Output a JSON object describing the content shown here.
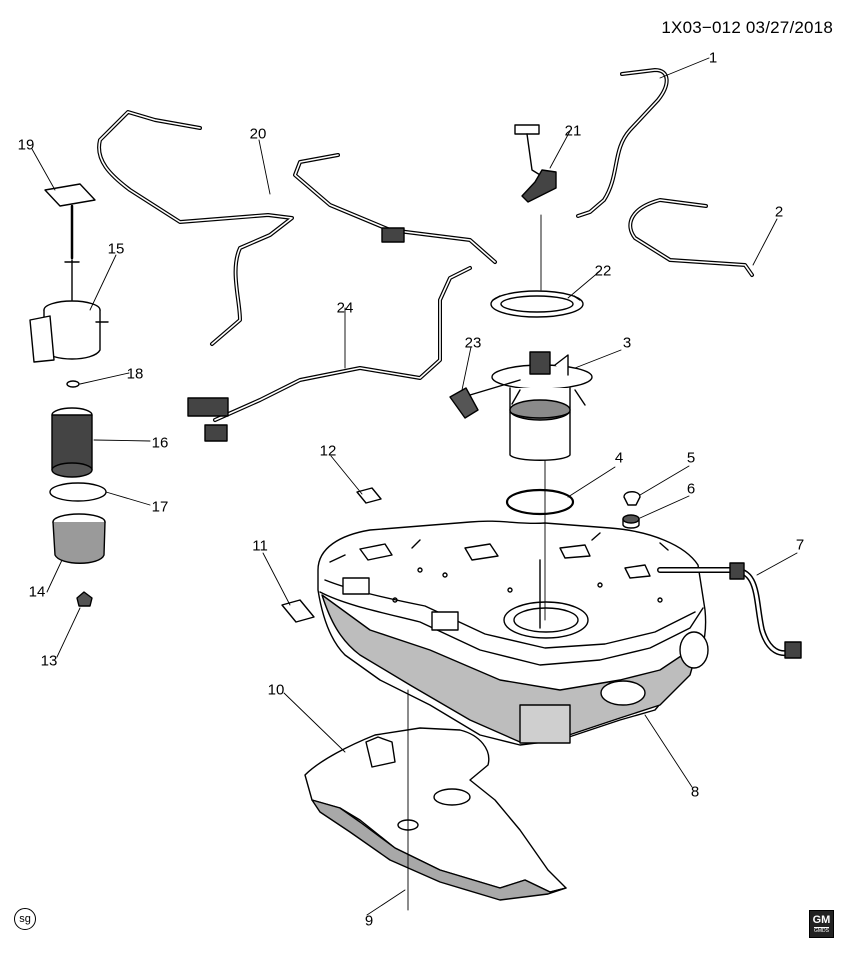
{
  "header": {
    "doc_id": "1X03−012 03/27/2018"
  },
  "callouts": [
    "1",
    "2",
    "3",
    "4",
    "5",
    "6",
    "7",
    "8",
    "9",
    "10",
    "11",
    "12",
    "13",
    "14",
    "15",
    "16",
    "17",
    "18",
    "19",
    "20",
    "21",
    "22",
    "23",
    "24"
  ],
  "footer": {
    "sg_mark": "sg",
    "logo_text": "GM",
    "logo_sub": "GMDS"
  },
  "colors": {
    "line": "#000000",
    "fill": "#ffffff",
    "shade": "#9a9a9a"
  }
}
